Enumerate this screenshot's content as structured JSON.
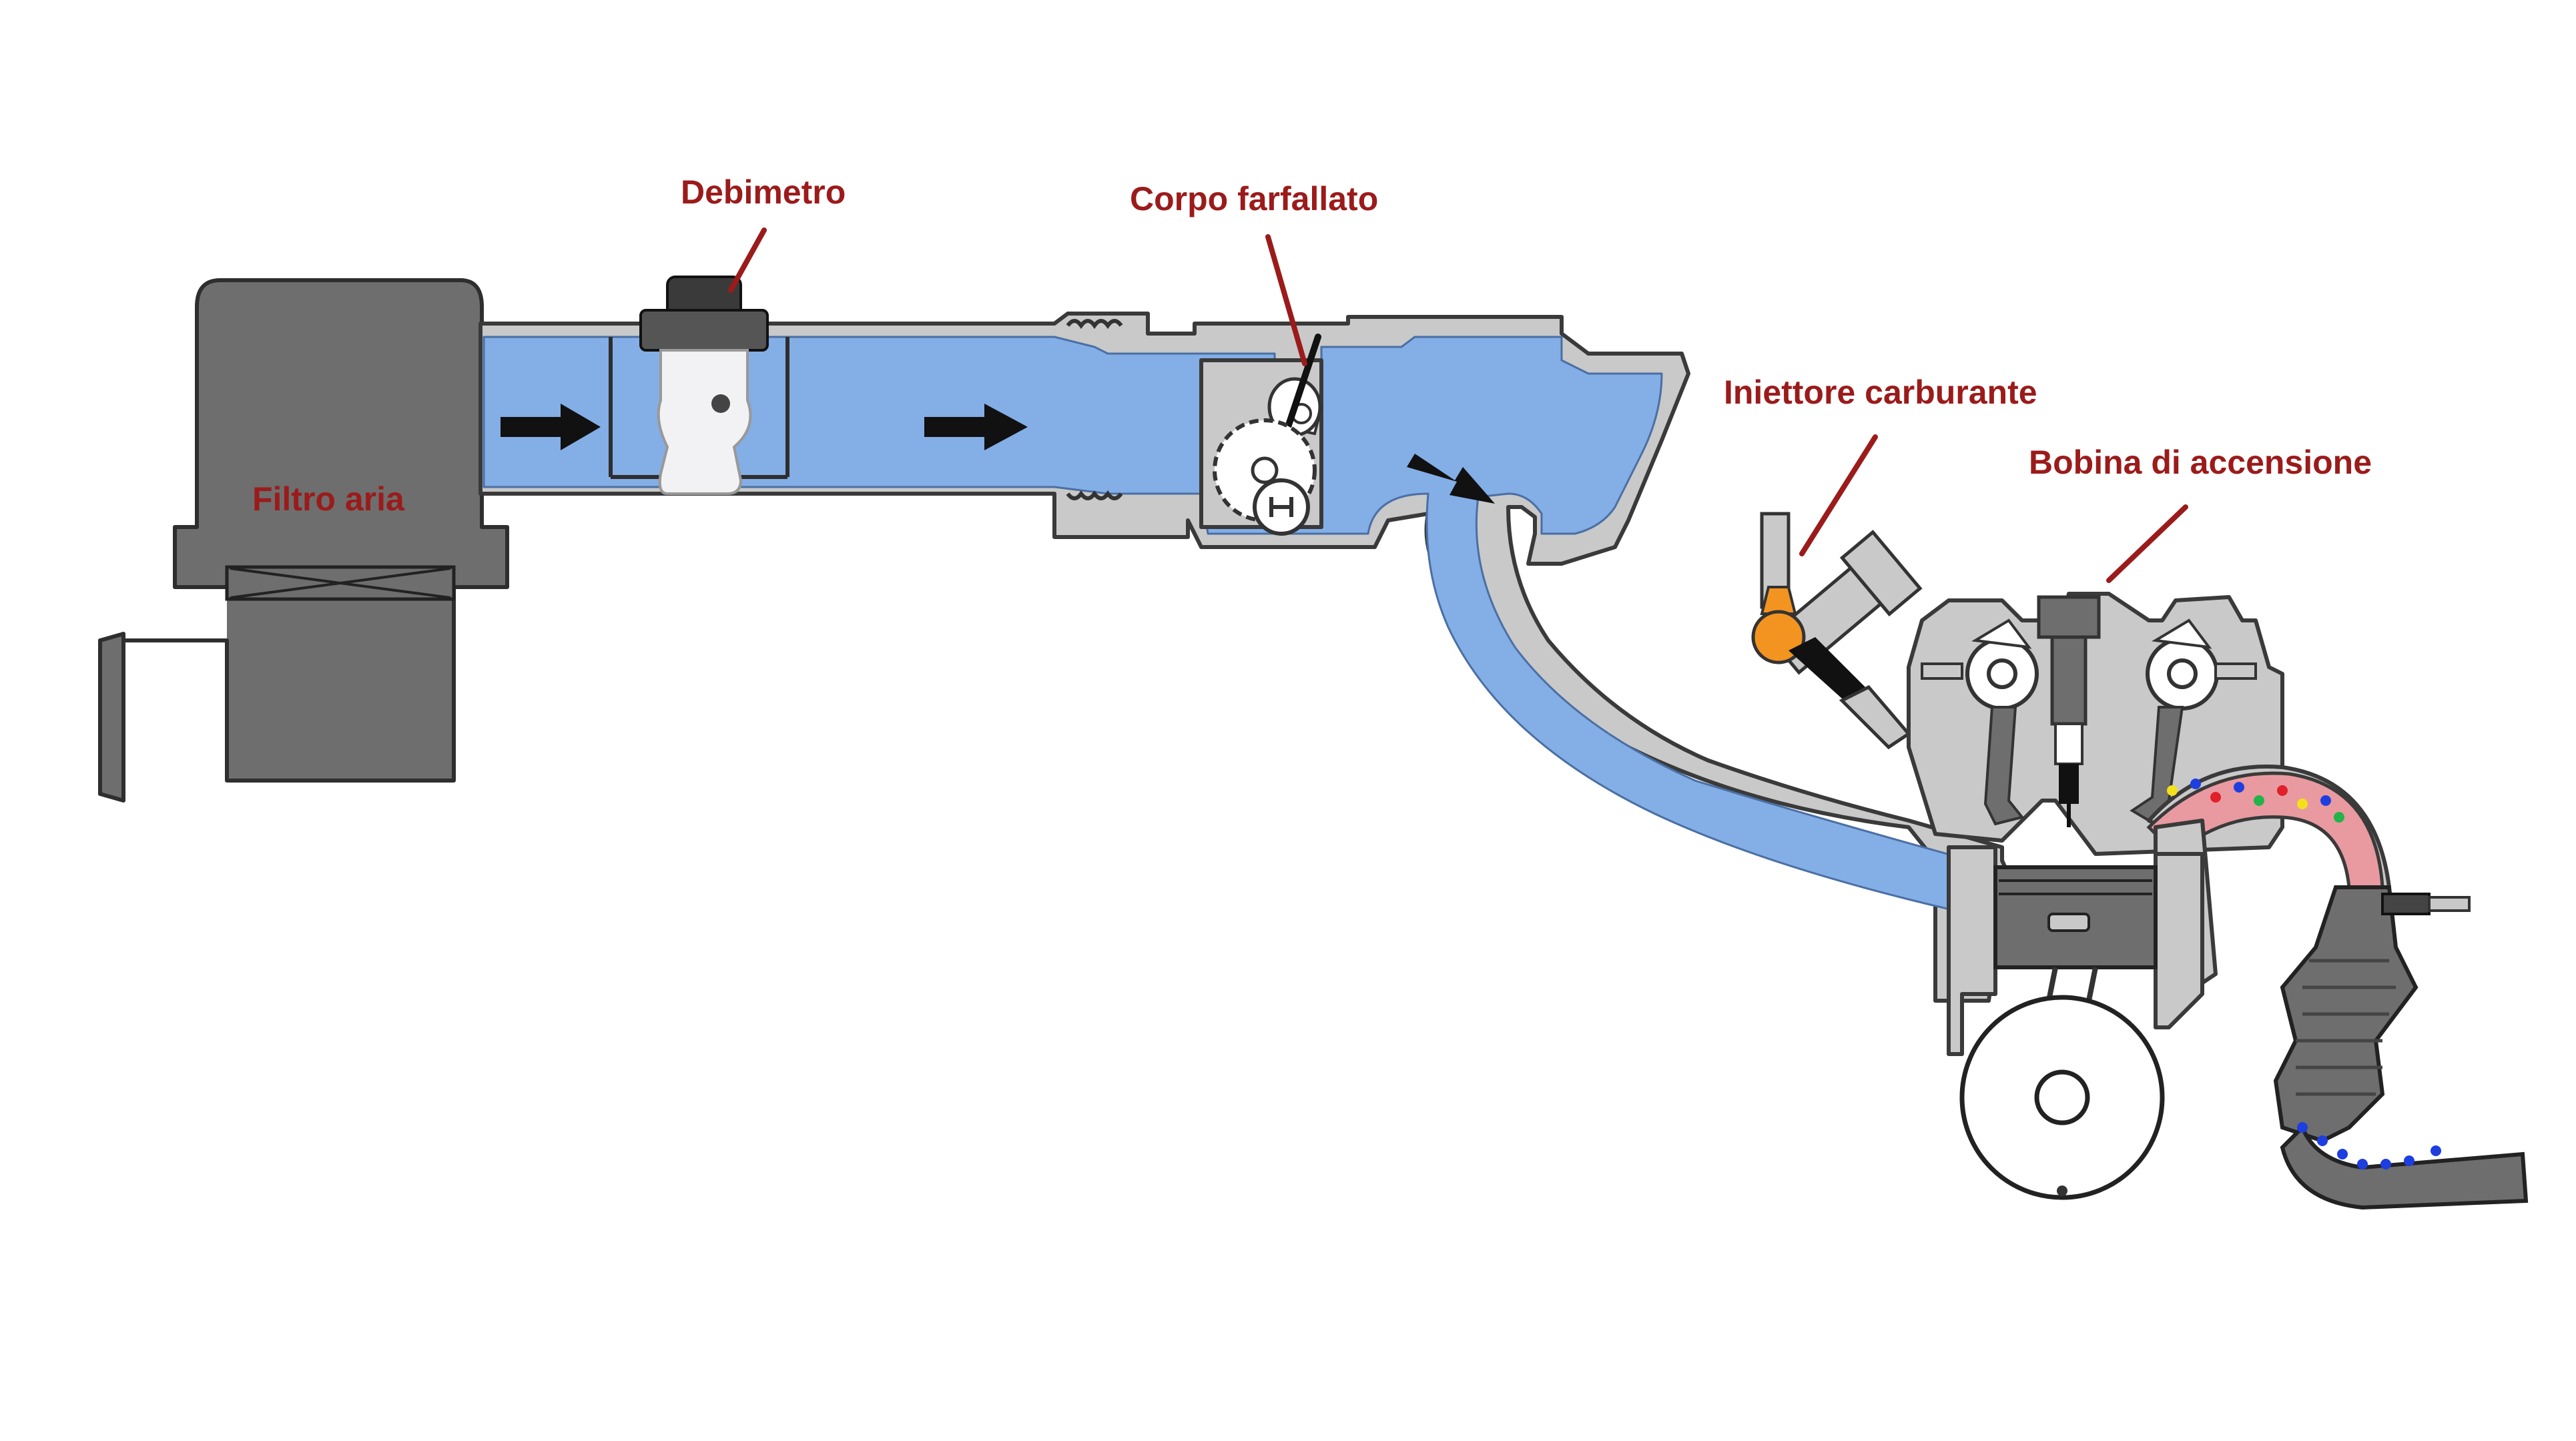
{
  "labels": {
    "debimetro": "Debimetro",
    "corpo_farfallato": "Corpo farfallato",
    "filtro_aria": "Filtro aria",
    "iniettore": "Iniettore carburante",
    "bobina": "Bobina di accensione"
  },
  "colors": {
    "label": "#9b1b1b",
    "air_flow": "#84aee6",
    "housing_dark": "#6e6e6e",
    "housing_light": "#c9c9c9",
    "injector": "#f39420",
    "exhaust": "#e89aa0",
    "particle_dots": [
      "#f5e11a",
      "#1e3ee0",
      "#e0202a",
      "#22b34a"
    ]
  }
}
